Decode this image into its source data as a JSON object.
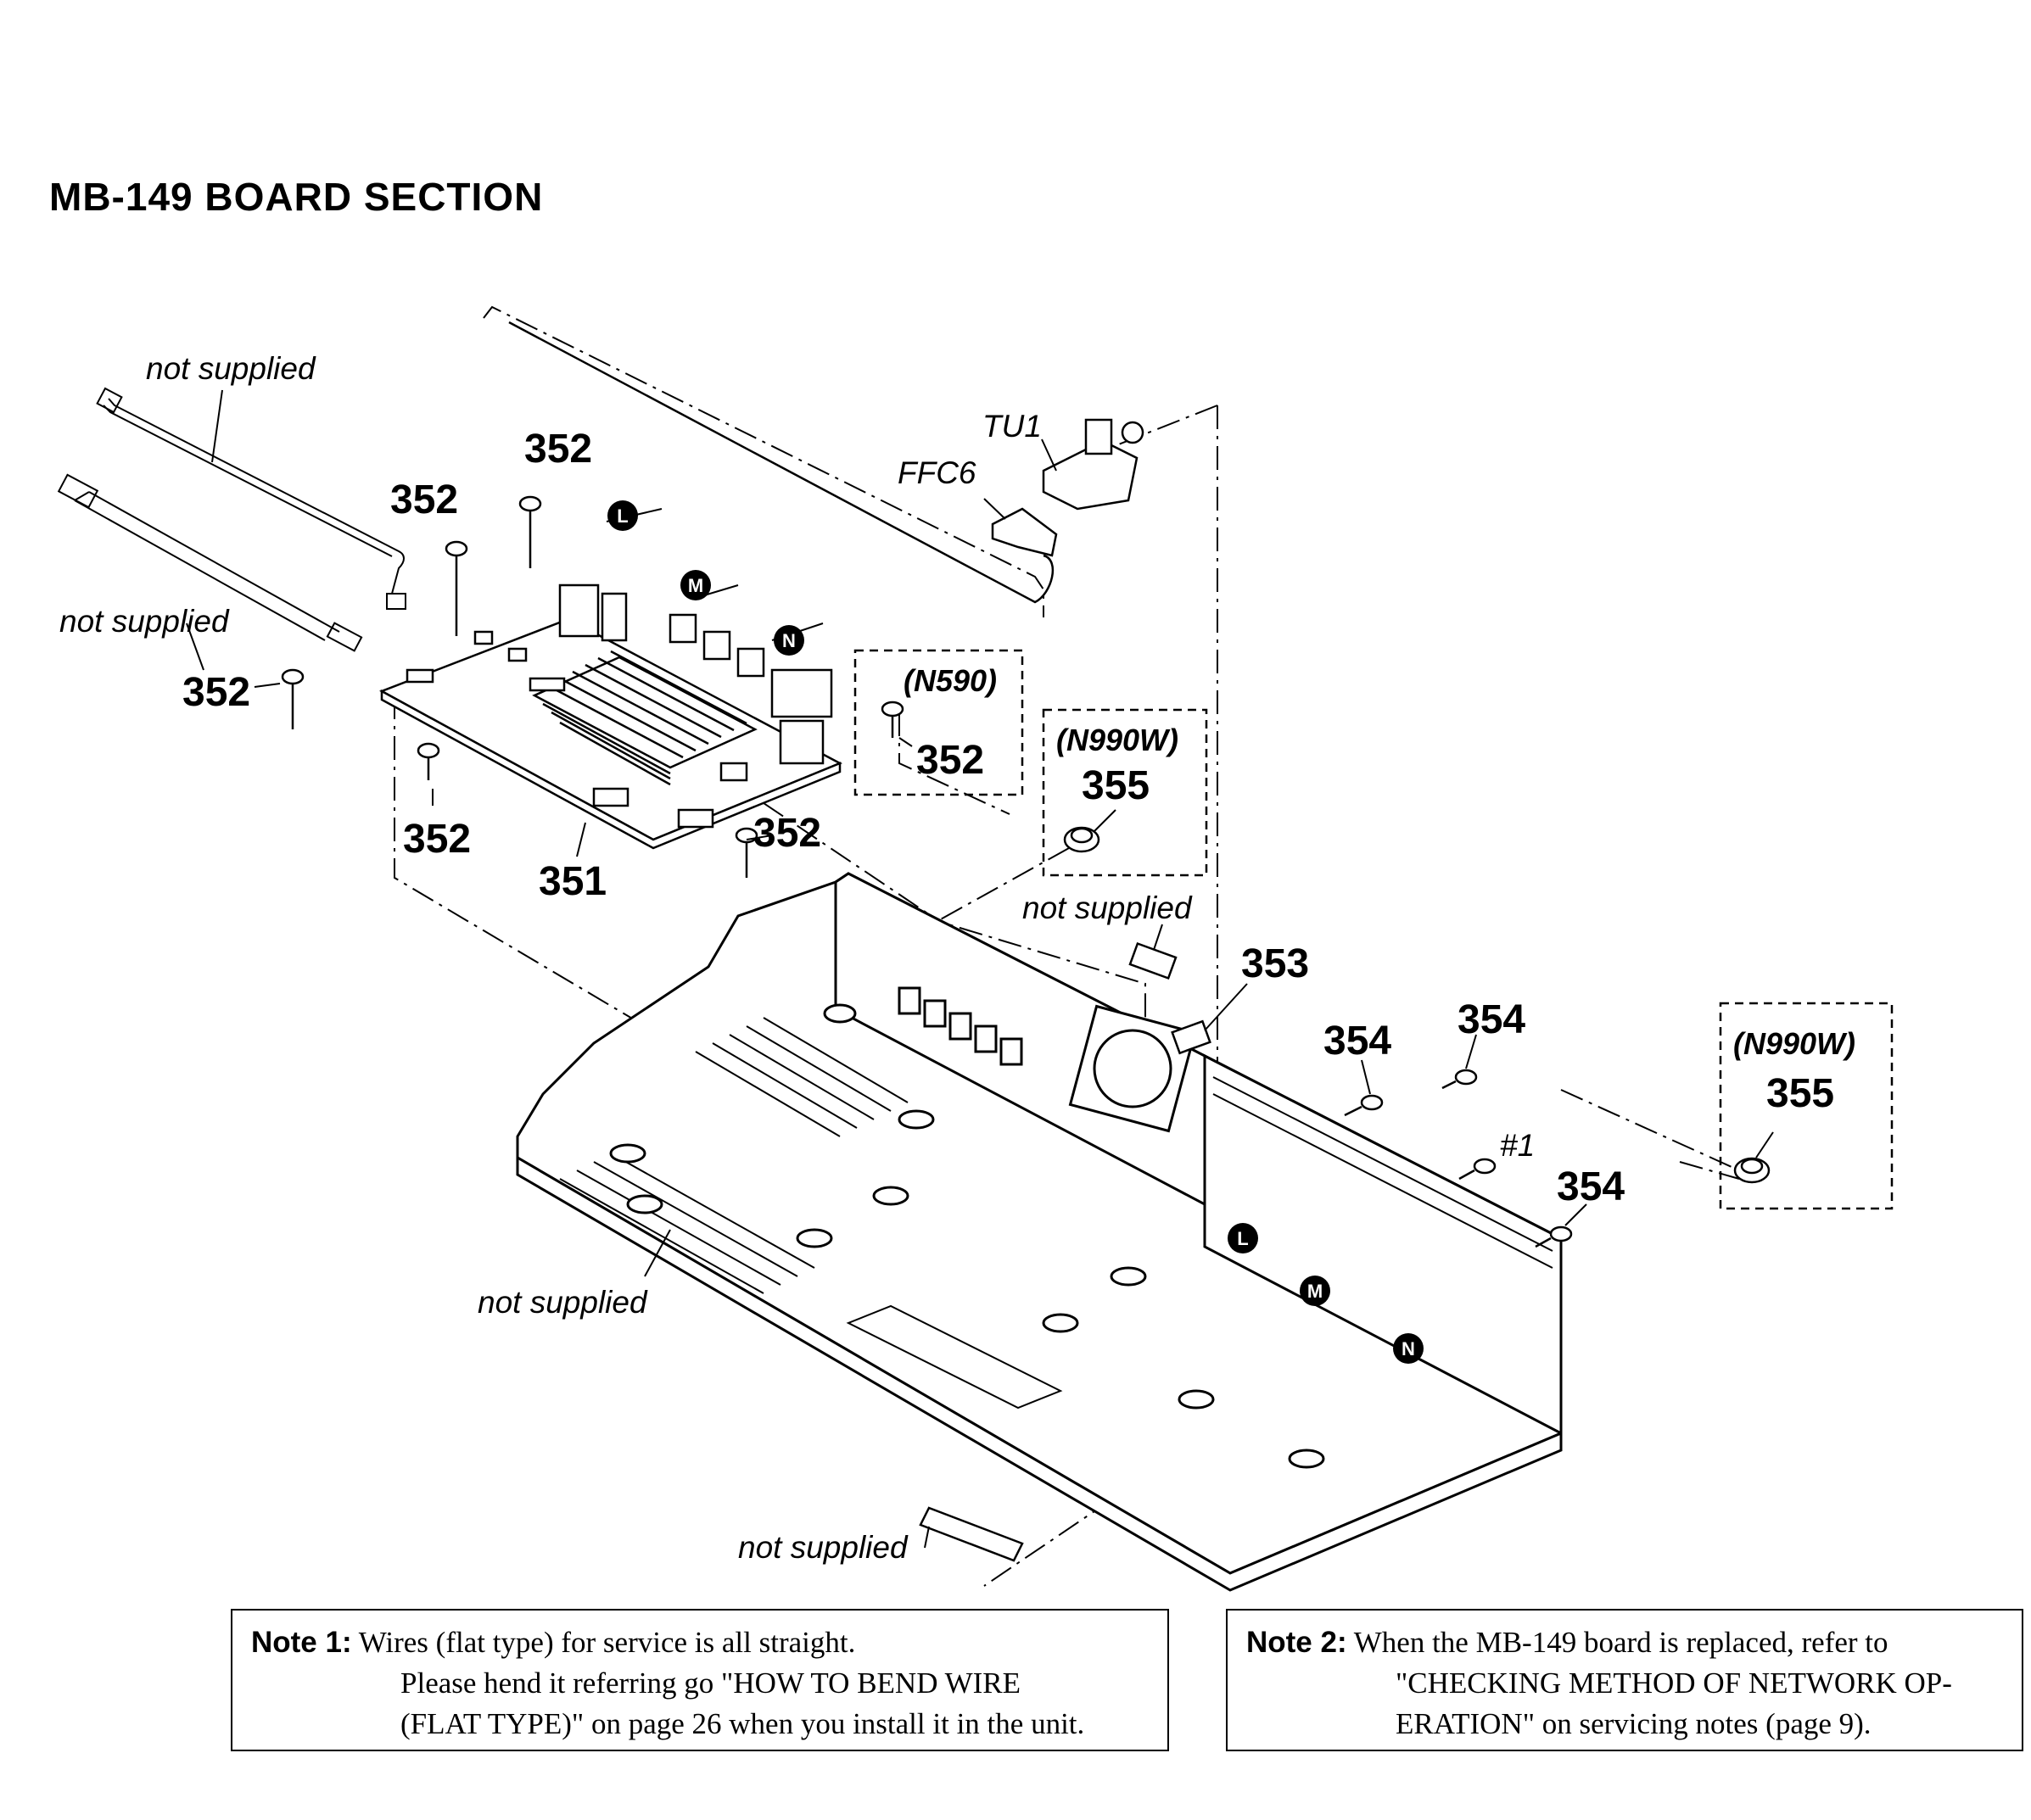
{
  "title": "MB-149  BOARD  SECTION",
  "labels": {
    "not_supplied": "not supplied",
    "tu1": "TU1",
    "ffc6": "FFC6",
    "n590": "(N590)",
    "n990w": "(N990W)",
    "hash1": "#1",
    "p351": "351",
    "p352": "352",
    "p353": "353",
    "p354": "354",
    "p355": "355",
    "conn_l": "L",
    "conn_m": "M",
    "conn_n": "N"
  },
  "note1": {
    "label": "Note 1:",
    "line1": "Wires (flat type) for service is all straight.",
    "line2": "Please hend it referring go \"HOW TO BEND WIRE",
    "line3": "(FLAT TYPE)\" on page 26 when you install it in the unit."
  },
  "note2": {
    "label": "Note 2:",
    "line1": "When the MB-149 board is replaced, refer to",
    "line2": "\"CHECKING METHOD OF NETWORK OP-",
    "line3": "ERATION\" on servicing notes (page 9)."
  }
}
